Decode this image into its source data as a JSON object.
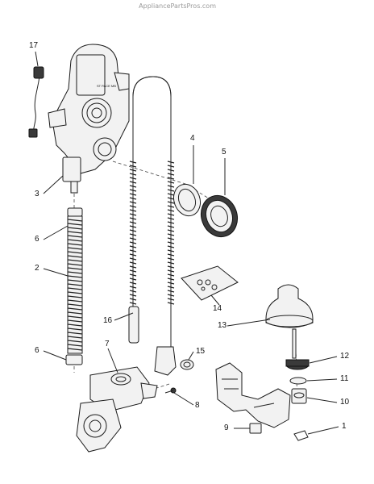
{
  "watermark": "AppliancePartsPros.com",
  "callouts": [
    {
      "id": "17",
      "label": "17"
    },
    {
      "id": "3",
      "label": "3"
    },
    {
      "id": "6a",
      "label": "6"
    },
    {
      "id": "2",
      "label": "2"
    },
    {
      "id": "6b",
      "label": "6"
    },
    {
      "id": "4",
      "label": "4"
    },
    {
      "id": "5",
      "label": "5"
    },
    {
      "id": "16",
      "label": "16"
    },
    {
      "id": "14",
      "label": "14"
    },
    {
      "id": "13",
      "label": "13"
    },
    {
      "id": "15",
      "label": "15"
    },
    {
      "id": "7",
      "label": "7"
    },
    {
      "id": "8",
      "label": "8"
    },
    {
      "id": "12",
      "label": "12"
    },
    {
      "id": "11",
      "label": "11"
    },
    {
      "id": "10",
      "label": "10"
    },
    {
      "id": "9",
      "label": "9"
    },
    {
      "id": "1",
      "label": "1"
    }
  ],
  "housing_text": "ST PACE MB",
  "colors": {
    "line": "#222222",
    "fill": "#f2f2f2",
    "dark": "#3a3a3a"
  }
}
